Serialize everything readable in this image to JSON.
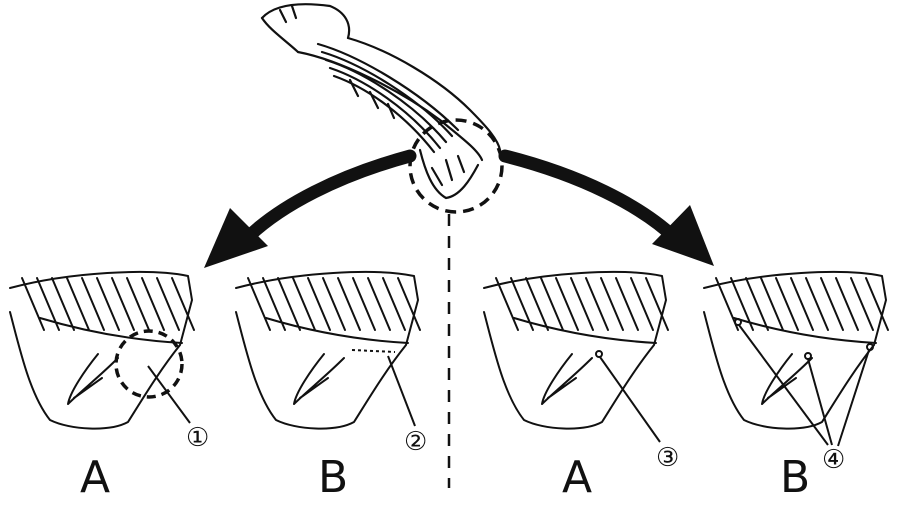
{
  "panels": [
    {
      "letter": "A",
      "marker": "①"
    },
    {
      "letter": "B",
      "marker": "②"
    },
    {
      "letter": "A",
      "marker": "③"
    },
    {
      "letter": "B",
      "marker": "④"
    }
  ],
  "colors": {
    "ink": "#111111",
    "background": "#ffffff"
  }
}
